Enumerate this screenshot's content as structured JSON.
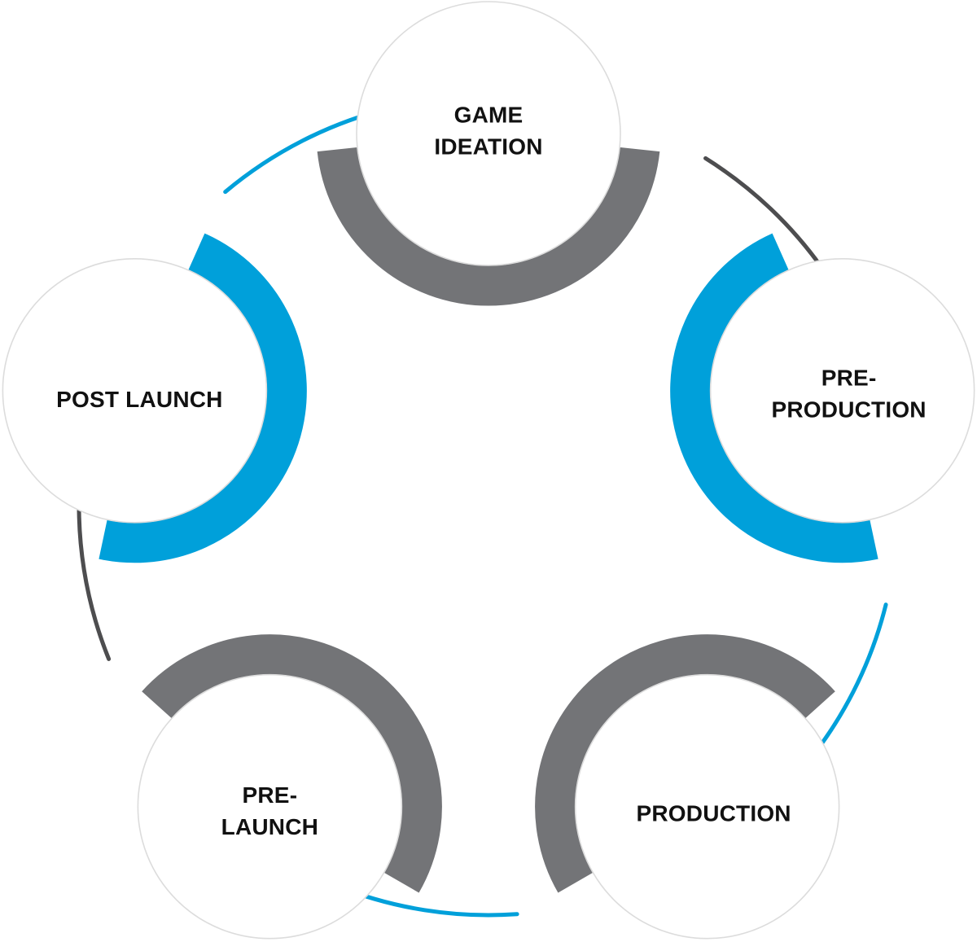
{
  "diagram": {
    "title": "Game development lifecycle",
    "colors": {
      "blue": "#00A0DA",
      "gray": "#737477",
      "dark": "#4D4D4F",
      "circle_fill": "#FFFFFF",
      "circle_border": "#DCDCDC",
      "text": "#111111"
    },
    "stages": [
      {
        "id": "game-ideation",
        "lines": [
          "GAME",
          "IDEATION"
        ],
        "arc_color": "gray",
        "connector_color": "blue"
      },
      {
        "id": "pre-production",
        "lines": [
          "PRE-",
          "PRODUCTION"
        ],
        "arc_color": "blue",
        "connector_color": "dark"
      },
      {
        "id": "production",
        "lines": [
          "PRODUCTION"
        ],
        "arc_color": "gray",
        "connector_color": "blue"
      },
      {
        "id": "pre-launch",
        "lines": [
          "PRE-",
          "LAUNCH"
        ],
        "arc_color": "gray",
        "connector_color": "blue"
      },
      {
        "id": "post-launch",
        "lines": [
          "POST LAUNCH"
        ],
        "arc_color": "blue",
        "connector_color": "dark"
      }
    ]
  }
}
